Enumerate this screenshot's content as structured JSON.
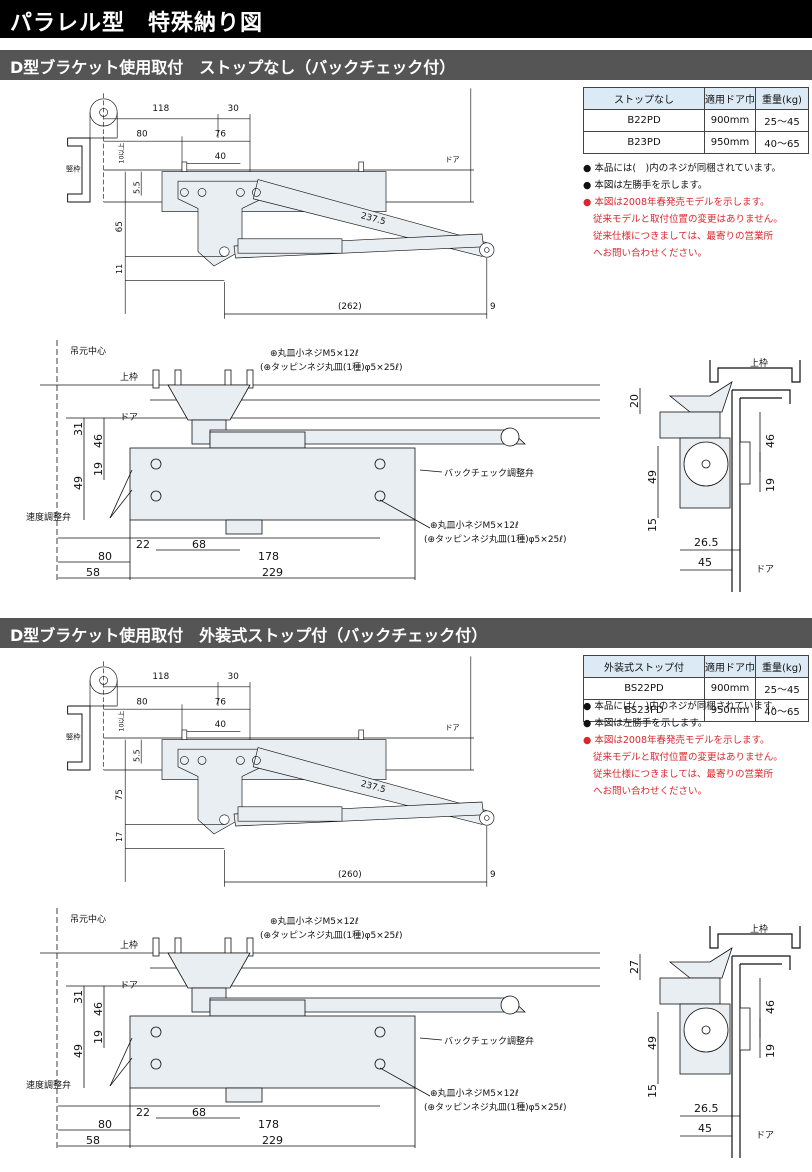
{
  "page_title": "パラレル型　特殊納り図",
  "sections": [
    {
      "header": "D型ブラケット使用取付　ストップなし（バックチェック付）",
      "table": {
        "headers": [
          "ストップなし",
          "適用ドア巾",
          "重量(kg)"
        ],
        "rows": [
          [
            "B22PD",
            "900mm",
            "25～45"
          ],
          [
            "B23PD",
            "950mm",
            "40～65"
          ]
        ]
      },
      "notes": {
        "n1": "本品には(　)内のネジが同梱されています。",
        "n2": "本図は左勝手を示します。",
        "n3": "本図は2008年春発売モデルを示します。",
        "n4": "従来モデルと取付位置の変更はありません。",
        "n5": "従来仕様につきましては、最寄りの営業所",
        "n6": "へお問い合わせください。"
      },
      "top_view": {
        "frame_label": "竪枠",
        "door_label": "ドア",
        "dims": {
          "d118": "118",
          "d30": "30",
          "d80": "80",
          "d76": "76",
          "d40": "40",
          "d10": "10以上",
          "d55": "5.5",
          "dH": "65",
          "d11": "11",
          "d2375": "237.5",
          "dSpan": "(262)",
          "d9": "9"
        }
      },
      "front_view": {
        "pivot_label": "吊元中心",
        "upper_frame": "上枠",
        "door_label": "ドア",
        "screw1a": "⊕丸皿小ネジM5×12ℓ",
        "screw1b": "(⊕タッピンネジ丸皿(1種)φ5×25ℓ)",
        "backcheck": "バックチェック調整弁",
        "speed": "速度調整弁",
        "screw2a": "⊕丸皿小ネジM5×12ℓ",
        "screw2b": "(⊕タッピンネジ丸皿(1種)φ5×25ℓ)",
        "dims": {
          "d31": "31",
          "d46": "46",
          "d49": "49",
          "d19": "19",
          "d22": "22",
          "d68": "68",
          "d80": "80",
          "d178": "178",
          "d58": "58",
          "d229": "229"
        }
      },
      "side_view": {
        "upper_frame": "上枠",
        "door_label": "ドア",
        "dims": {
          "d20": "20",
          "d46": "46",
          "d19": "19",
          "d49": "49",
          "d15": "15",
          "d265": "26.5",
          "d45": "45"
        }
      }
    },
    {
      "header": "D型ブラケット使用取付　外装式ストップ付（バックチェック付）",
      "table": {
        "headers": [
          "外装式ストップ付",
          "適用ドア巾",
          "重量(kg)"
        ],
        "rows": [
          [
            "BS22PD",
            "900mm",
            "25～45"
          ],
          [
            "BS23PD",
            "950mm",
            "40～65"
          ]
        ]
      },
      "notes": {
        "n1": "本品には(　)内のネジが同梱されています。",
        "n2": "本図は左勝手を示します。",
        "n3": "本図は2008年春発売モデルを示します。",
        "n4": "従来モデルと取付位置の変更はありません。",
        "n5": "従来仕様につきましては、最寄りの営業所",
        "n6": "へお問い合わせください。"
      },
      "top_view": {
        "frame_label": "竪枠",
        "door_label": "ドア",
        "dims": {
          "d118": "118",
          "d30": "30",
          "d80": "80",
          "d76": "76",
          "d40": "40",
          "d10": "10以上",
          "d55": "5.5",
          "dH": "75",
          "d11": "17",
          "d2375": "237.5",
          "dSpan": "(260)",
          "d9": "9"
        }
      },
      "front_view": {
        "pivot_label": "吊元中心",
        "upper_frame": "上枠",
        "door_label": "ドア",
        "screw1a": "⊕丸皿小ネジM5×12ℓ",
        "screw1b": "(⊕タッピンネジ丸皿(1種)φ5×25ℓ)",
        "backcheck": "バックチェック調整弁",
        "speed": "速度調整弁",
        "screw2a": "⊕丸皿小ネジM5×12ℓ",
        "screw2b": "(⊕タッピンネジ丸皿(1種)φ5×25ℓ)",
        "dims": {
          "d31": "31",
          "d46": "46",
          "d49": "49",
          "d19": "19",
          "d22": "22",
          "d68": "68",
          "d80": "80",
          "d178": "178",
          "d58": "58",
          "d229": "229"
        }
      },
      "side_view": {
        "upper_frame": "上枠",
        "door_label": "ドア",
        "dims": {
          "d20": "27",
          "d46": "46",
          "d19": "19",
          "d49": "49",
          "d15": "15",
          "d265": "26.5",
          "d45": "45"
        }
      }
    }
  ]
}
